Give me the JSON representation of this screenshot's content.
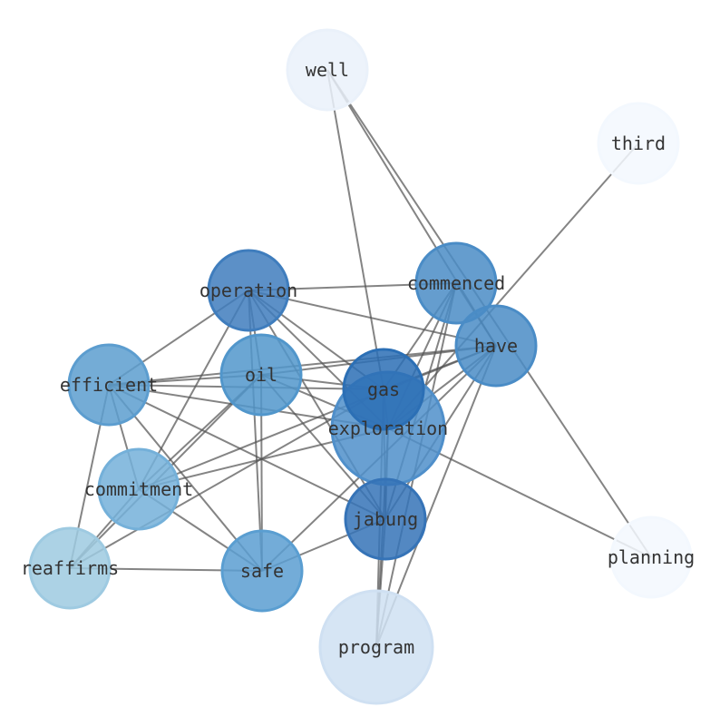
{
  "graph": {
    "nodes": [
      {
        "id": "well",
        "label": "well",
        "color": "#eaf1fa"
      },
      {
        "id": "third",
        "label": "third",
        "color": "#f3f8fe"
      },
      {
        "id": "operation",
        "label": "operation",
        "color": "#3f7dbd"
      },
      {
        "id": "commenced",
        "label": "commenced",
        "color": "#4a8cc6"
      },
      {
        "id": "have",
        "label": "have",
        "color": "#4a8cc6"
      },
      {
        "id": "efficient",
        "label": "efficient",
        "color": "#5c9dcf"
      },
      {
        "id": "oil",
        "label": "oil",
        "color": "#5196cb"
      },
      {
        "id": "exploration",
        "label": "exploration",
        "color": "#4f8fca"
      },
      {
        "id": "gas",
        "label": "gas",
        "color": "#2b6fb5"
      },
      {
        "id": "commitment",
        "label": "commitment",
        "color": "#74b0d9"
      },
      {
        "id": "jabung",
        "label": "jabung",
        "color": "#3573b7"
      },
      {
        "id": "reaffirms",
        "label": "reaffirms",
        "color": "#9ecae1"
      },
      {
        "id": "safe",
        "label": "safe",
        "color": "#5a9ed1"
      },
      {
        "id": "planning",
        "label": "planning",
        "color": "#f3f8fe"
      },
      {
        "id": "program",
        "label": "program",
        "color": "#cfe0f2"
      }
    ],
    "edges": [
      [
        "well",
        "gas"
      ],
      [
        "well",
        "have"
      ],
      [
        "well",
        "planning"
      ],
      [
        "third",
        "exploration"
      ],
      [
        "operation",
        "efficient"
      ],
      [
        "operation",
        "commitment"
      ],
      [
        "operation",
        "oil"
      ],
      [
        "operation",
        "safe"
      ],
      [
        "operation",
        "jabung"
      ],
      [
        "operation",
        "gas"
      ],
      [
        "operation",
        "exploration"
      ],
      [
        "operation",
        "commenced"
      ],
      [
        "operation",
        "have"
      ],
      [
        "efficient",
        "oil"
      ],
      [
        "efficient",
        "gas"
      ],
      [
        "efficient",
        "exploration"
      ],
      [
        "efficient",
        "have"
      ],
      [
        "efficient",
        "commitment"
      ],
      [
        "efficient",
        "safe"
      ],
      [
        "efficient",
        "jabung"
      ],
      [
        "efficient",
        "reaffirms"
      ],
      [
        "oil",
        "commitment"
      ],
      [
        "oil",
        "reaffirms"
      ],
      [
        "oil",
        "safe"
      ],
      [
        "oil",
        "gas"
      ],
      [
        "oil",
        "exploration"
      ],
      [
        "oil",
        "jabung"
      ],
      [
        "oil",
        "have"
      ],
      [
        "commitment",
        "safe"
      ],
      [
        "commitment",
        "exploration"
      ],
      [
        "commitment",
        "reaffirms"
      ],
      [
        "commitment",
        "have"
      ],
      [
        "reaffirms",
        "safe"
      ],
      [
        "reaffirms",
        "gas"
      ],
      [
        "safe",
        "jabung"
      ],
      [
        "safe",
        "have"
      ],
      [
        "commenced",
        "gas"
      ],
      [
        "commenced",
        "exploration"
      ],
      [
        "commenced",
        "jabung"
      ],
      [
        "commenced",
        "program"
      ],
      [
        "commenced",
        "have"
      ],
      [
        "have",
        "gas"
      ],
      [
        "have",
        "exploration"
      ],
      [
        "have",
        "jabung"
      ],
      [
        "have",
        "program"
      ],
      [
        "exploration",
        "planning"
      ],
      [
        "exploration",
        "program"
      ],
      [
        "exploration",
        "jabung"
      ],
      [
        "exploration",
        "gas"
      ],
      [
        "gas",
        "program"
      ],
      [
        "gas",
        "jabung"
      ],
      [
        "jabung",
        "program"
      ]
    ]
  }
}
